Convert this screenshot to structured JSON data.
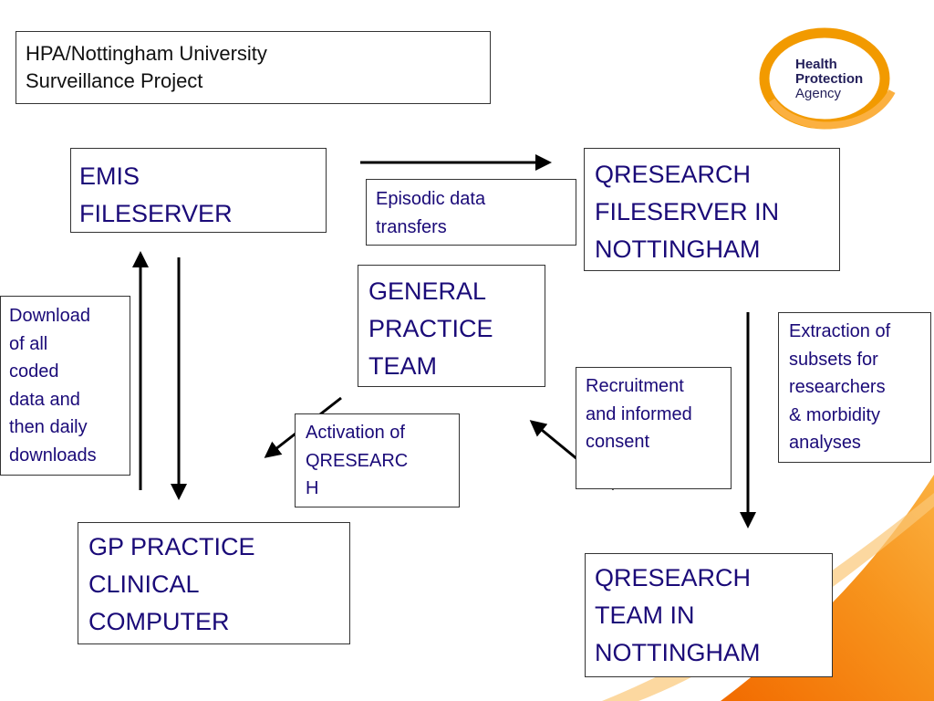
{
  "title": "HPA/Nottingham University\nSurveillance Project",
  "logo": {
    "line1": "Health",
    "line2": "Protection",
    "line3": "Agency"
  },
  "colors": {
    "box_text": "#1a0a78",
    "logo_orange": "#f29a00",
    "swoosh_orange": "#f7941d"
  },
  "nodes": {
    "emis": "EMIS\nFILESERVER",
    "qresearch_fileserver": "QRESEARCH\nFILESERVER IN\nNOTTINGHAM",
    "general_practice": "GENERAL\nPRACTICE\nTEAM",
    "gp_practice": "GP PRACTICE\nCLINICAL\nCOMPUTER",
    "qresearch_team": "QRESEARCH\nTEAM IN\nNOTTINGHAM"
  },
  "annotations": {
    "episodic": "Episodic data\ntransfers",
    "download": "Download\nof all\ncoded\ndata and\nthen daily\ndownloads",
    "activation": "Activation of\nQRESEARC\nH",
    "recruitment": "Recruitment\nand informed\nconsent",
    "extraction": "Extraction of\nsubsets for\nresearchers\n& morbidity\nanalyses"
  }
}
